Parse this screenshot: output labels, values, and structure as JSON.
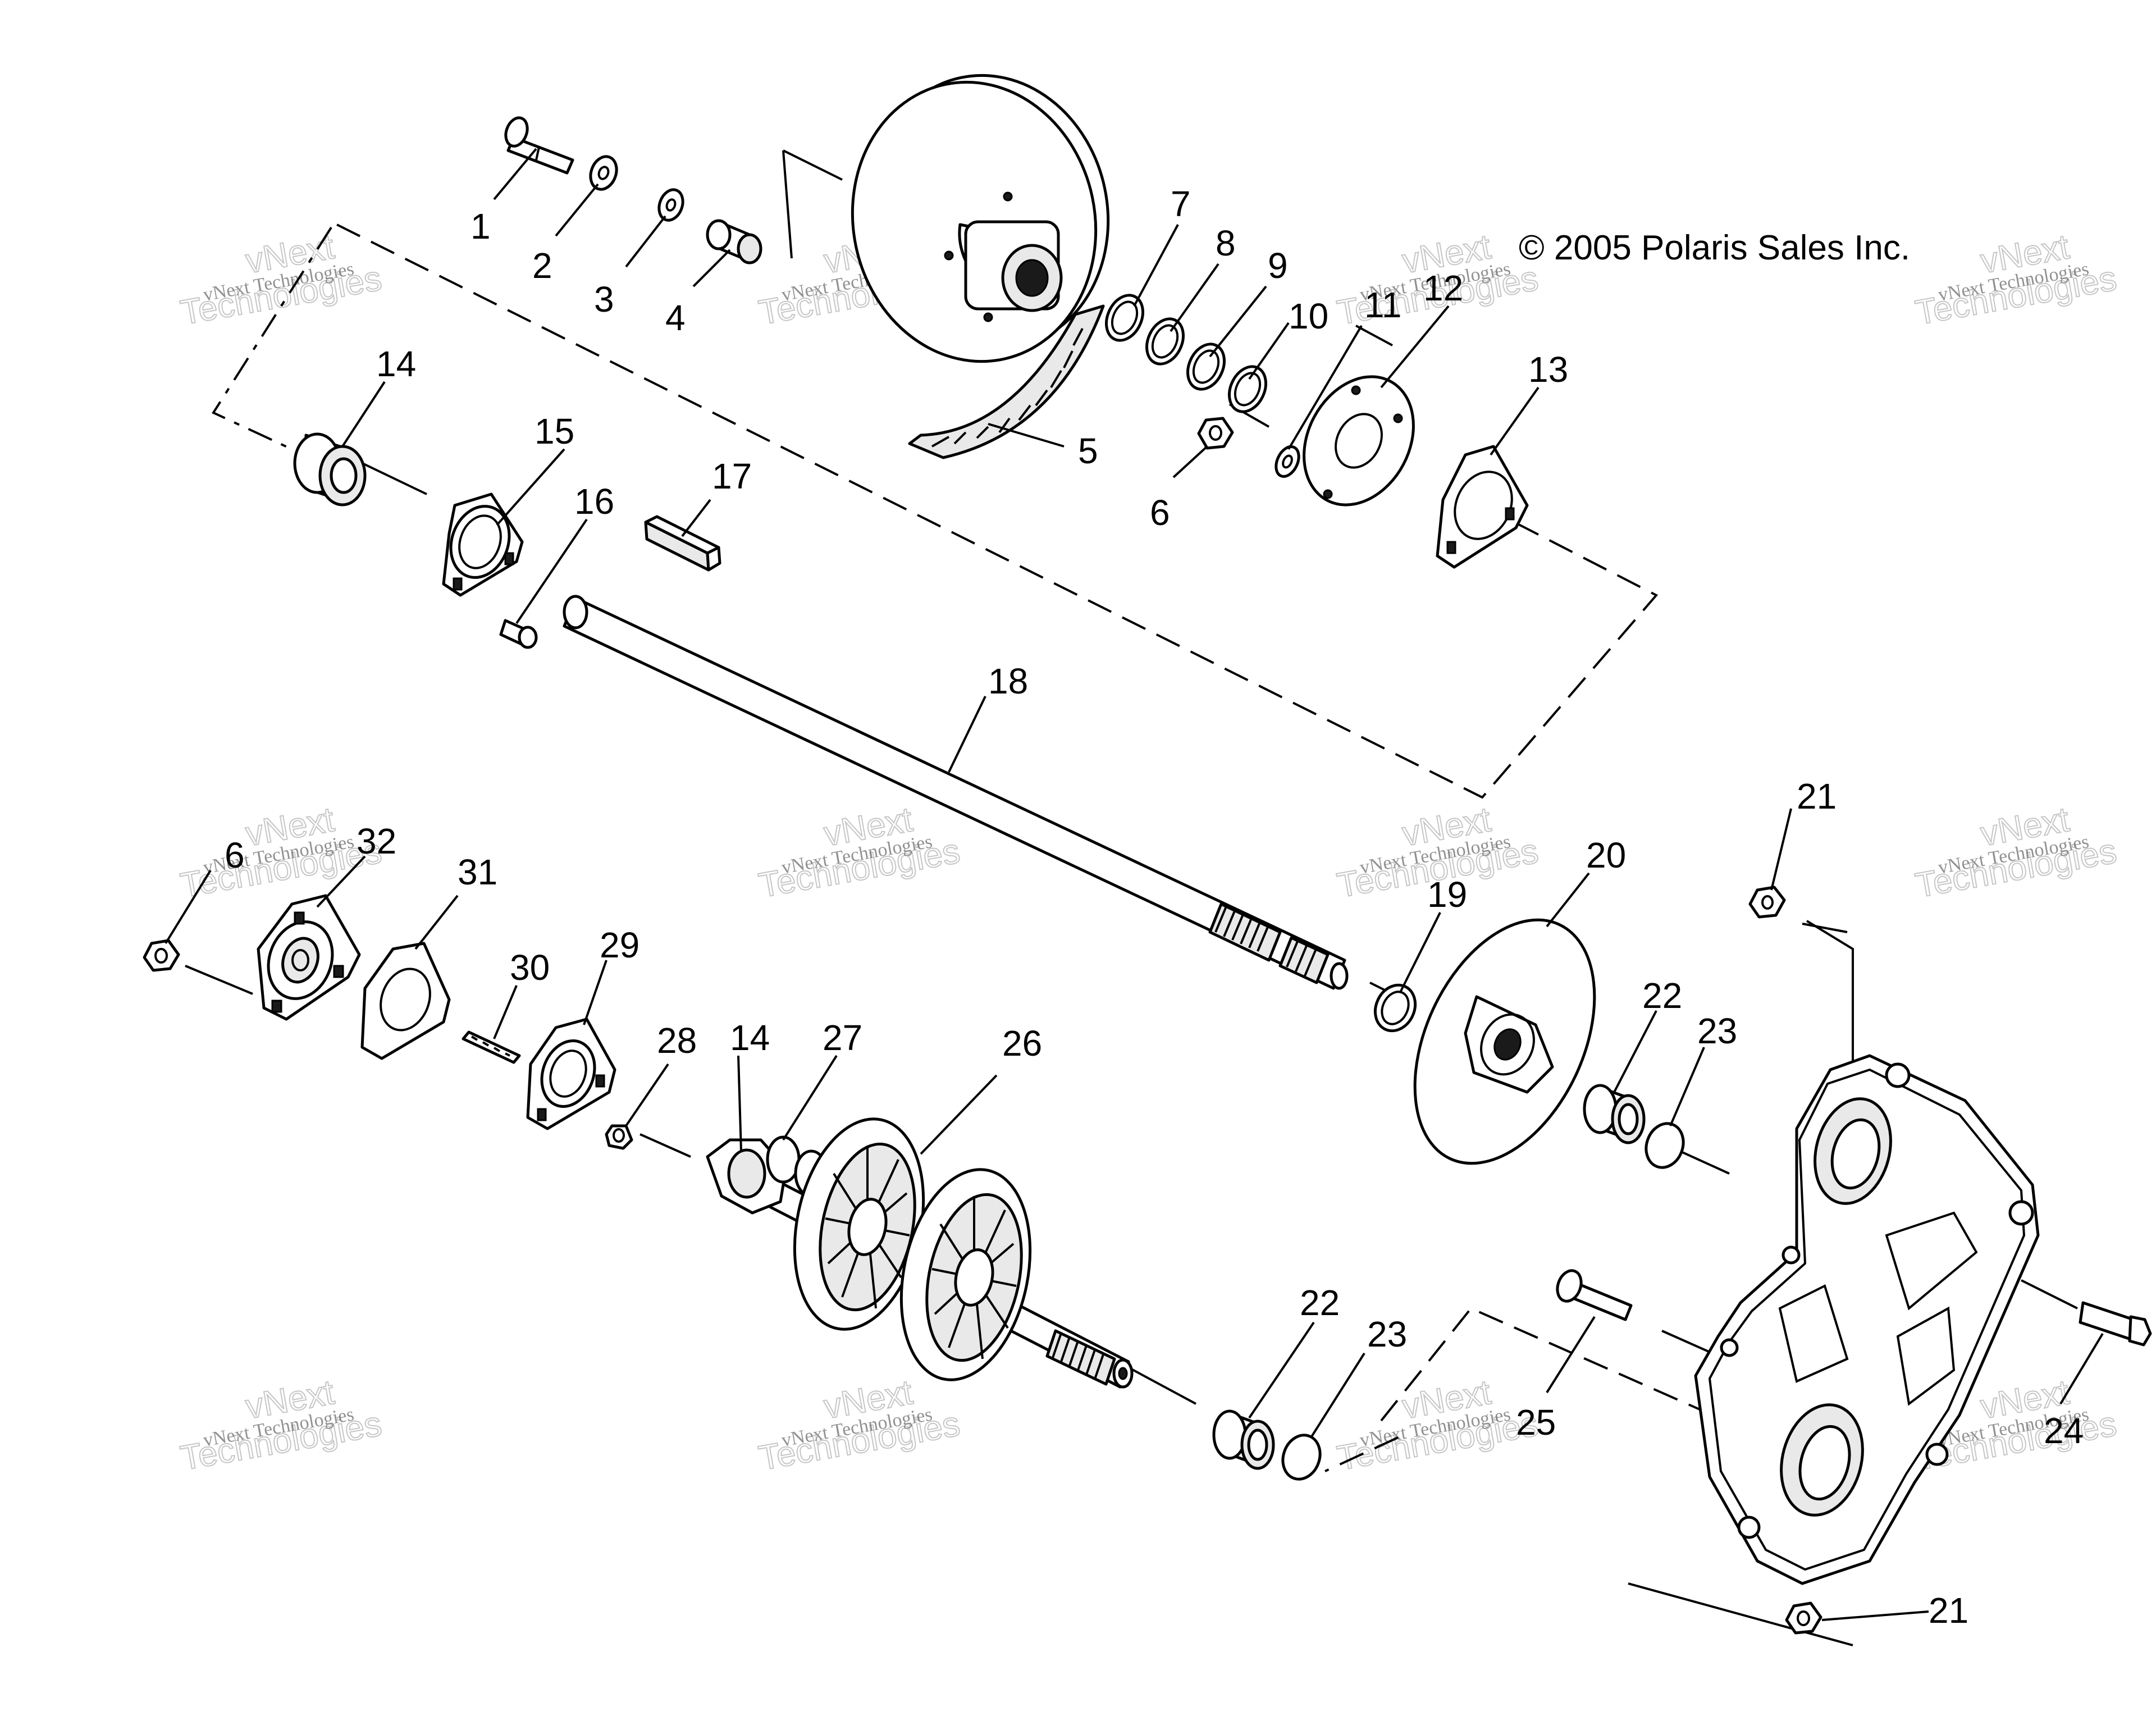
{
  "diagram": {
    "copyright": "© 2005 Polaris Sales Inc.",
    "watermark": {
      "line1": "vNext Technologies",
      "line2": "vNext",
      "line3": "Technologies"
    },
    "callouts": [
      "1",
      "2",
      "3",
      "4",
      "5",
      "6",
      "7",
      "8",
      "9",
      "10",
      "11",
      "12",
      "13",
      "14",
      "15",
      "16",
      "17",
      "6",
      "18",
      "19",
      "20",
      "21",
      "22",
      "23",
      "32",
      "31",
      "30",
      "29",
      "28",
      "14",
      "27",
      "26",
      "22",
      "23",
      "25",
      "24",
      "21"
    ]
  }
}
